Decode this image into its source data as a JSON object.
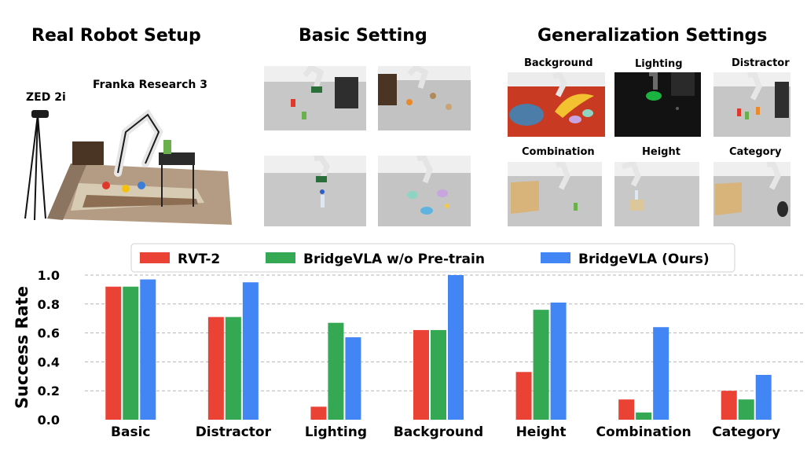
{
  "panels": {
    "real_robot": {
      "title": "Real Robot Setup",
      "camera_label": "ZED 2i",
      "robot_label": "Franka Research 3"
    },
    "basic": {
      "title": "Basic Setting"
    },
    "generalization": {
      "title": "Generalization Settings",
      "labels": [
        "Background",
        "Lighting",
        "Distractor",
        "Combination",
        "Height",
        "Category"
      ]
    }
  },
  "chart_data": {
    "type": "bar",
    "categories": [
      "Basic",
      "Distractor",
      "Lighting",
      "Background",
      "Height",
      "Combination",
      "Category"
    ],
    "series": [
      {
        "name": "RVT-2",
        "color": "#ea4335",
        "values": [
          0.92,
          0.71,
          0.09,
          0.62,
          0.33,
          0.14,
          0.2
        ]
      },
      {
        "name": "BridgeVLA w/o Pre-train",
        "color": "#34a853",
        "values": [
          0.92,
          0.71,
          0.67,
          0.62,
          0.76,
          0.05,
          0.14
        ]
      },
      {
        "name": "BridgeVLA (Ours)",
        "color": "#4285f4",
        "values": [
          0.97,
          0.95,
          0.57,
          1.0,
          0.81,
          0.64,
          0.31
        ]
      }
    ],
    "ylabel": "Success Rate",
    "xlabel": "",
    "ylim": [
      0,
      1.0
    ],
    "yticks": [
      "0.0",
      "0.2",
      "0.4",
      "0.6",
      "0.8",
      "1.0"
    ],
    "grid": true,
    "legend": "top"
  }
}
